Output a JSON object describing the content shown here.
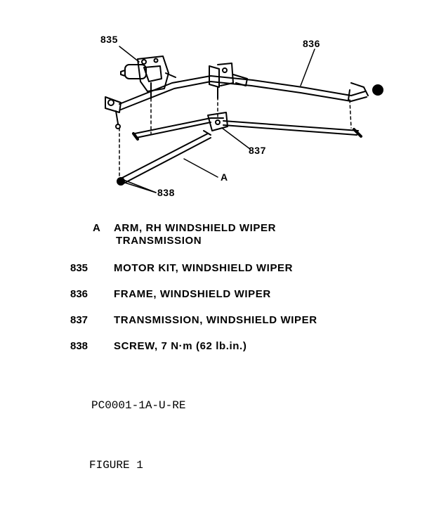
{
  "callouts": {
    "c835": "835",
    "c836": "836",
    "c837": "837",
    "c838": "838",
    "cA": "A"
  },
  "legend": [
    {
      "code": "A",
      "line1": "ARM, RH WINDSHIELD WIPER",
      "line2": "TRANSMISSION"
    },
    {
      "code": "835",
      "line1": "MOTOR KIT, WINDSHIELD WIPER",
      "line2": ""
    },
    {
      "code": "836",
      "line1": "FRAME, WINDSHIELD WIPER",
      "line2": ""
    },
    {
      "code": "837",
      "line1": "TRANSMISSION, WINDSHIELD WIPER",
      "line2": ""
    },
    {
      "code": "838",
      "line1": "SCREW, 7 N·m (62 lb.in.)",
      "line2": ""
    }
  ],
  "figure_code": "PC0001-1A-U-RE",
  "figure_title": "FIGURE 1"
}
